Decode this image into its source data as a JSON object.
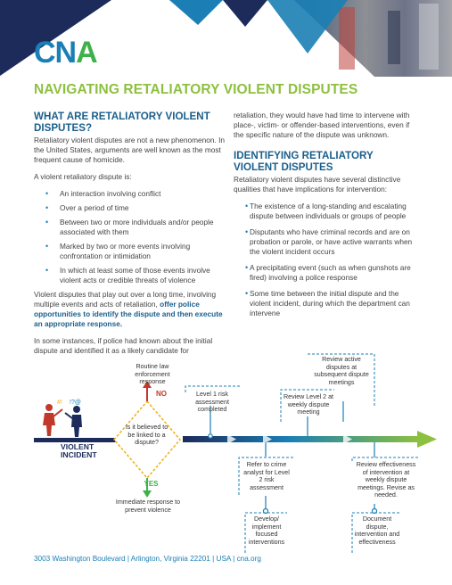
{
  "header": {
    "logo_text": "CN",
    "logo_text_accent": "A",
    "colors": {
      "navy": "#1c2b5a",
      "blue": "#1b7fb5",
      "green": "#8dc03f"
    }
  },
  "title": "NAVIGATING RETALIATORY VIOLENT DISPUTES",
  "left": {
    "heading": "WHAT ARE RETALIATORY VIOLENT DISPUTES?",
    "intro": "Retaliatory violent disputes are not a new phenomenon. In the United States, arguments are well known as the most frequent cause of homicide.",
    "list_intro": "A violent retaliatory dispute is:",
    "bullets": [
      "An interaction involving conflict",
      "Over a period of time",
      "Between two or more individuals and/or people associated with them",
      "Marked by two or more events involving confrontation or intimidation",
      "In which at least some of those events involve violent acts or credible threats of violence"
    ],
    "para1_start": "Violent disputes that play out over a long time, involving multiple events and acts of retaliation, ",
    "para1_bold": "offer police opportunities to identify the dispute and then execute an appropriate response.",
    "para2": "In some instances, if police had known about the initial dispute and identified it as a likely candidate for"
  },
  "right": {
    "continuation": "retaliation, they would have had time to intervene with place-, victim- or offender-based interventions, even if the specific nature of the dispute was unknown.",
    "heading": "IDENTIFYING RETALIATORY VIOLENT DISPUTES",
    "intro": "Retaliatory violent disputes have several distinctive qualities that have implications for intervention:",
    "bullets": [
      "The existence of a long-standing and escalating dispute between individuals or groups of people",
      "Disputants who have criminal records and are on probation or parole, or have active warrants when the violent incident occurs",
      "A precipitating event (such as when gunshots are fired) involving a police response",
      "Some time between the initial dispute and the violent incident, during which the department can intervene"
    ]
  },
  "flow": {
    "routine": "Routine law enforcement response",
    "no": "NO",
    "yes": "YES",
    "incident": "VIOLENT INCIDENT",
    "question": "Is it believed to be linked to a dispute?",
    "immediate": "Immediate response to prevent violence",
    "step1": "Level 1 risk assessment completed",
    "refer": "Refer to crime analyst for Level 2 risk assessment",
    "develop": "Develop/ implement focused interventions",
    "review2": "Review Level 2 at weekly dispute meeting",
    "review_active": "Review active disputes at subsequent dispute meetings",
    "review_eff": "Review effectiveness of intervention at weekly dispute meetings. Revise as needed.",
    "document": "Document dispute, intervention and effectiveness"
  },
  "footer": "3003 Washington Boulevard | Arlington, Virginia 22201 | USA | cna.org"
}
